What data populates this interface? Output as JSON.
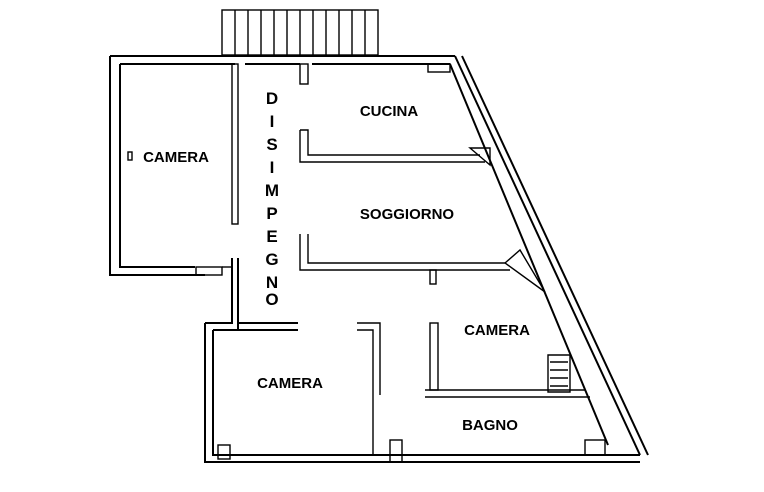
{
  "rooms": {
    "camera_left": "CAMERA",
    "cucina": "CUCINA",
    "soggiorno": "SOGGIORNO",
    "camera_bottom": "CAMERA",
    "camera_right": "CAMERA",
    "bagno": "BAGNO",
    "disimpegno": [
      "D",
      "I",
      "S",
      "I",
      "M",
      "P",
      "E",
      "G",
      "N",
      "O"
    ]
  }
}
